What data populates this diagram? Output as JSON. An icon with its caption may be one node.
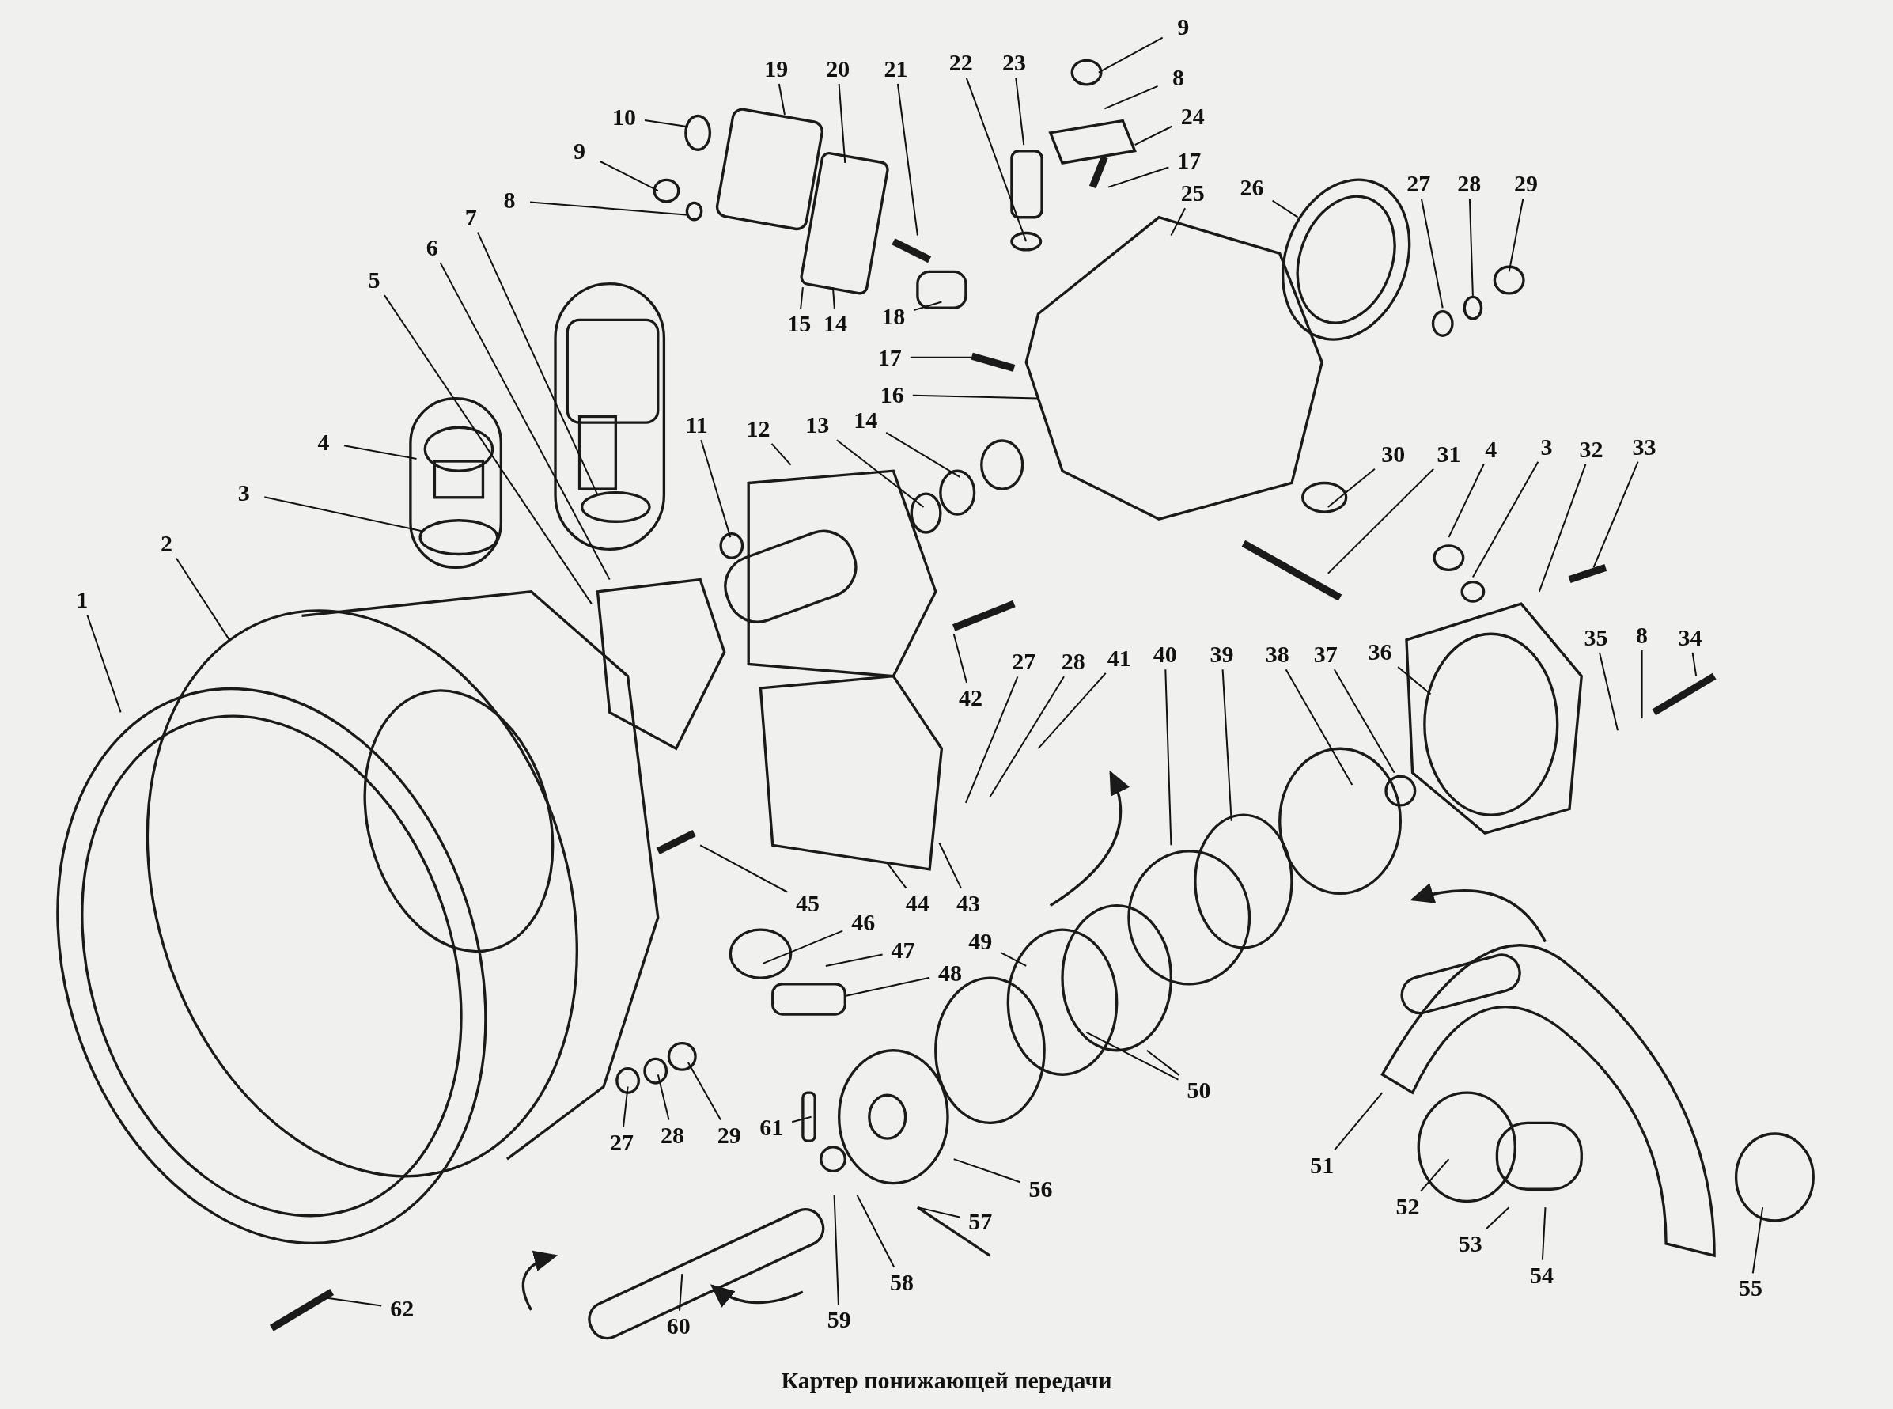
{
  "diagram": {
    "caption": "Картер понижающей передачи",
    "nodes": [
      {
        "text": [
          "1"
        ]
      },
      {
        "text": [
          "2"
        ]
      },
      {
        "text": [
          "3"
        ]
      },
      {
        "text": [
          "4"
        ]
      },
      {
        "text": [
          "5"
        ]
      },
      {
        "text": [
          "6"
        ]
      },
      {
        "text": [
          "7"
        ]
      },
      {
        "text": [
          "8"
        ]
      },
      {
        "text": [
          "9"
        ]
      },
      {
        "text": [
          "10"
        ]
      },
      {
        "text": [
          "19"
        ]
      },
      {
        "text": [
          "20"
        ]
      },
      {
        "text": [
          "21"
        ]
      },
      {
        "text": [
          "22"
        ]
      },
      {
        "text": [
          "23"
        ]
      },
      {
        "text": [
          "9"
        ]
      },
      {
        "text": [
          "8"
        ]
      },
      {
        "text": [
          "24"
        ]
      },
      {
        "text": [
          "17"
        ]
      },
      {
        "text": [
          "25"
        ]
      },
      {
        "text": [
          "26"
        ]
      },
      {
        "text": [
          "27"
        ]
      },
      {
        "text": [
          "28"
        ]
      },
      {
        "text": [
          "29"
        ]
      },
      {
        "text": [
          "15"
        ]
      },
      {
        "text": [
          "14"
        ]
      },
      {
        "text": [
          "18"
        ]
      },
      {
        "text": [
          "17"
        ]
      },
      {
        "text": [
          "16"
        ]
      },
      {
        "text": [
          "11"
        ]
      },
      {
        "text": [
          "12"
        ]
      },
      {
        "text": [
          "13"
        ]
      },
      {
        "text": [
          "14"
        ]
      },
      {
        "text": [
          "30"
        ]
      },
      {
        "text": [
          "31"
        ]
      },
      {
        "text": [
          "4"
        ]
      },
      {
        "text": [
          "3"
        ]
      },
      {
        "text": [
          "32"
        ]
      },
      {
        "text": [
          "33"
        ]
      },
      {
        "text": [
          "42"
        ]
      },
      {
        "text": [
          "27"
        ]
      },
      {
        "text": [
          "28"
        ]
      },
      {
        "text": [
          "41"
        ]
      },
      {
        "text": [
          "40"
        ]
      },
      {
        "text": [
          "39"
        ]
      },
      {
        "text": [
          "38"
        ]
      },
      {
        "text": [
          "37"
        ]
      },
      {
        "text": [
          "36"
        ]
      },
      {
        "text": [
          "35"
        ]
      },
      {
        "text": [
          "8"
        ]
      },
      {
        "text": [
          "34"
        ]
      },
      {
        "text": [
          "45"
        ]
      },
      {
        "text": [
          "44"
        ]
      },
      {
        "text": [
          "43"
        ]
      },
      {
        "text": [
          "46"
        ]
      },
      {
        "text": [
          "47"
        ]
      },
      {
        "text": [
          "48"
        ]
      },
      {
        "text": [
          "49"
        ]
      },
      {
        "text": [
          "50"
        ]
      },
      {
        "text": [
          "27"
        ]
      },
      {
        "text": [
          "28"
        ]
      },
      {
        "text": [
          "29"
        ]
      },
      {
        "text": [
          "61"
        ]
      },
      {
        "text": [
          "51"
        ]
      },
      {
        "text": [
          "52"
        ]
      },
      {
        "text": [
          "53"
        ]
      },
      {
        "text": [
          "54"
        ]
      },
      {
        "text": [
          "55"
        ]
      },
      {
        "text": [
          "56"
        ]
      },
      {
        "text": [
          "57"
        ]
      },
      {
        "text": [
          "58"
        ]
      },
      {
        "text": [
          "59"
        ]
      },
      {
        "text": [
          "60"
        ]
      },
      {
        "text": [
          "62"
        ]
      }
    ],
    "edges": [
      {
        "from": 0,
        "to": null,
        "arrow": "none"
      },
      {
        "from": 1,
        "to": null,
        "arrow": "none"
      },
      {
        "from": 2,
        "to": null,
        "arrow": "none"
      },
      {
        "from": 3,
        "to": null,
        "arrow": "none"
      },
      {
        "from": 4,
        "to": null,
        "arrow": "none"
      },
      {
        "from": 5,
        "to": null,
        "arrow": "none"
      },
      {
        "from": 6,
        "to": null,
        "arrow": "none"
      },
      {
        "from": 7,
        "to": null,
        "arrow": "none"
      },
      {
        "from": 8,
        "to": null,
        "arrow": "none"
      },
      {
        "from": 9,
        "to": null,
        "arrow": "none"
      },
      {
        "from": 10,
        "to": null,
        "arrow": "none"
      },
      {
        "from": 11,
        "to": null,
        "arrow": "none"
      },
      {
        "from": 12,
        "to": null,
        "arrow": "none"
      },
      {
        "from": 13,
        "to": null,
        "arrow": "none"
      },
      {
        "from": 14,
        "to": null,
        "arrow": "none"
      },
      {
        "from": 15,
        "to": null,
        "arrow": "none"
      },
      {
        "from": 16,
        "to": null,
        "arrow": "none"
      },
      {
        "from": 17,
        "to": null,
        "arrow": "none"
      },
      {
        "from": 18,
        "to": null,
        "arrow": "none"
      },
      {
        "from": 19,
        "to": null,
        "arrow": "none"
      },
      {
        "from": 20,
        "to": null,
        "arrow": "none"
      },
      {
        "from": 21,
        "to": null,
        "arrow": "none"
      },
      {
        "from": 22,
        "to": null,
        "arrow": "none"
      },
      {
        "from": 23,
        "to": null,
        "arrow": "none"
      },
      {
        "from": 24,
        "to": null,
        "arrow": "none"
      },
      {
        "from": 25,
        "to": null,
        "arrow": "none"
      },
      {
        "from": 26,
        "to": null,
        "arrow": "none"
      },
      {
        "from": 27,
        "to": null,
        "arrow": "none"
      },
      {
        "from": 28,
        "to": null,
        "arrow": "none"
      },
      {
        "from": 29,
        "to": null,
        "arrow": "none"
      },
      {
        "from": 30,
        "to": null,
        "arrow": "none"
      },
      {
        "from": 31,
        "to": null,
        "arrow": "none"
      },
      {
        "from": 32,
        "to": null,
        "arrow": "none"
      },
      {
        "from": 33,
        "to": null,
        "arrow": "none"
      },
      {
        "from": 34,
        "to": null,
        "arrow": "none"
      },
      {
        "from": 35,
        "to": null,
        "arrow": "none"
      },
      {
        "from": 36,
        "to": null,
        "arrow": "none"
      },
      {
        "from": 37,
        "to": null,
        "arrow": "none"
      },
      {
        "from": 38,
        "to": null,
        "arrow": "none"
      },
      {
        "from": 39,
        "to": null,
        "arrow": "none"
      },
      {
        "from": 40,
        "to": null,
        "arrow": "none"
      },
      {
        "from": 41,
        "to": null,
        "arrow": "none"
      },
      {
        "from": 42,
        "to": null,
        "arrow": "none"
      },
      {
        "from": 43,
        "to": null,
        "arrow": "none"
      },
      {
        "from": 44,
        "to": null,
        "arrow": "none"
      },
      {
        "from": 45,
        "to": null,
        "arrow": "none"
      },
      {
        "from": 46,
        "to": null,
        "arrow": "none"
      },
      {
        "from": 47,
        "to": null,
        "arrow": "none"
      },
      {
        "from": 48,
        "to": null,
        "arrow": "none"
      },
      {
        "from": 49,
        "to": null,
        "arrow": "none"
      },
      {
        "from": 50,
        "to": null,
        "arrow": "none"
      },
      {
        "from": 51,
        "to": null,
        "arrow": "none"
      },
      {
        "from": 52,
        "to": null,
        "arrow": "none"
      },
      {
        "from": 53,
        "to": null,
        "arrow": "none"
      },
      {
        "from": 54,
        "to": null,
        "arrow": "none"
      },
      {
        "from": 55,
        "to": null,
        "arrow": "none"
      },
      {
        "from": 56,
        "to": null,
        "arrow": "none"
      },
      {
        "from": 57,
        "to": null,
        "arrow": "none"
      },
      {
        "from": 58,
        "to": null,
        "arrow": "none"
      },
      {
        "from": 59,
        "to": null,
        "arrow": "none"
      },
      {
        "from": 60,
        "to": null,
        "arrow": "none"
      },
      {
        "from": 61,
        "to": null,
        "arrow": "none"
      },
      {
        "from": 62,
        "to": null,
        "arrow": "none"
      },
      {
        "from": 63,
        "to": null,
        "arrow": "none"
      },
      {
        "from": 64,
        "to": null,
        "arrow": "none"
      },
      {
        "from": 65,
        "to": null,
        "arrow": "none"
      },
      {
        "from": 66,
        "to": null,
        "arrow": "none"
      },
      {
        "from": 67,
        "to": null,
        "arrow": "none"
      },
      {
        "from": 68,
        "to": null,
        "arrow": "none"
      },
      {
        "from": 69,
        "to": null,
        "arrow": "none"
      },
      {
        "from": 70,
        "to": null,
        "arrow": "none"
      },
      {
        "from": 71,
        "to": null,
        "arrow": "none"
      },
      {
        "from": 72,
        "to": null,
        "arrow": "none"
      },
      {
        "from": 73,
        "to": null,
        "arrow": "none"
      },
      {
        "from": 58,
        "to": null,
        "arrow": "none"
      }
    ]
  }
}
